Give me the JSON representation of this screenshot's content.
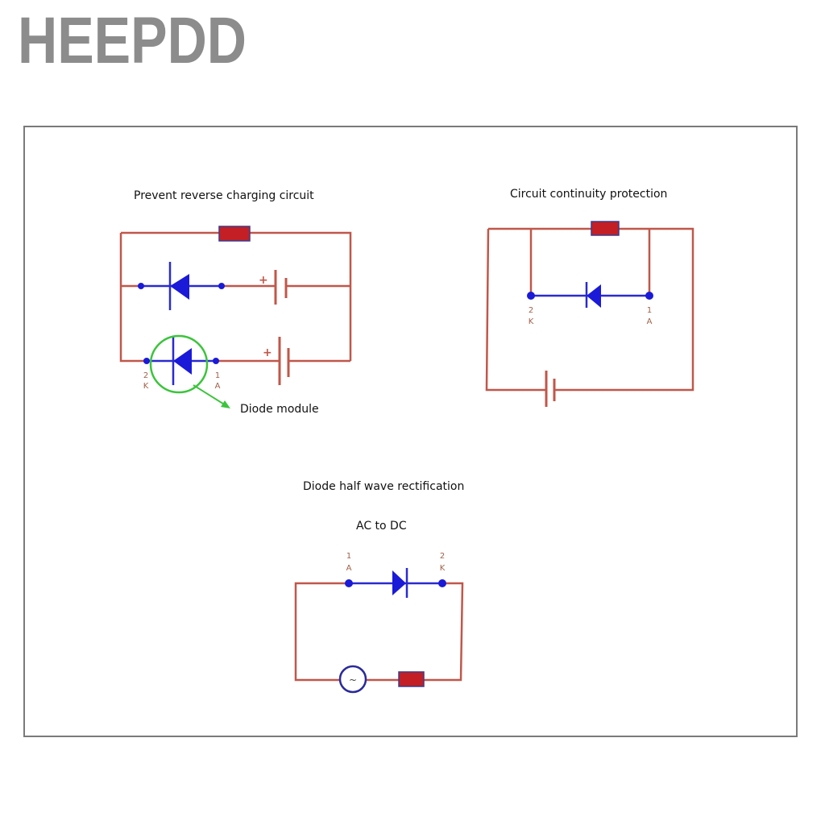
{
  "brand": "HEEPDD",
  "circuits": {
    "reverse": {
      "title": "Prevent reverse charging circuit",
      "plus1": "+",
      "plus2": "+",
      "pin_k_num": "2",
      "pin_k": "K",
      "pin_a_num": "1",
      "pin_a": "A",
      "callout": "Diode module"
    },
    "continuity": {
      "title": "Circuit continuity protection",
      "pin_k_num": "2",
      "pin_k": "K",
      "pin_a_num": "1",
      "pin_a": "A"
    },
    "rectifier": {
      "title": "Diode half wave rectification",
      "subtitle": "AC to DC",
      "pin_a_num": "1",
      "pin_a": "A",
      "pin_k_num": "2",
      "pin_k": "K",
      "ac_symbol": "~"
    }
  },
  "colors": {
    "wire": "#c0574a",
    "diode": "#1a1ad8",
    "resistor": "#c41f24",
    "highlight": "#3cc43c",
    "brand": "#8c8c8c"
  }
}
